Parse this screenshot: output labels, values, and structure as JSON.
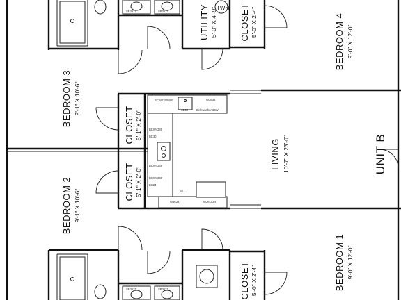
{
  "rooms": {
    "bedroom4": {
      "name": "BEDROOM 4",
      "dims": "9'-0\" X 12'-0\""
    },
    "bedroom3": {
      "name": "BEDROOM 3",
      "dims": "9'-1\" X 10'-6\""
    },
    "bedroom2": {
      "name": "BEDROOM 2",
      "dims": "9'-1\" X 10'-6\""
    },
    "bedroom1": {
      "name": "BEDROOM 1",
      "dims": "9'-0\" X 12'-0\""
    },
    "living": {
      "name": "LIVING",
      "dims": "10'-7\" X 23'-0\""
    },
    "utility": {
      "name": "UTILITY",
      "dims": "5'-0\" X 4'-9\""
    },
    "closet_top": {
      "name": "CLOSET",
      "dims": "5'-0\" X 2'-4\""
    },
    "closet_b3": {
      "name": "CLOSET",
      "dims": "5'-1\" X 2'-0\""
    },
    "closet_b2": {
      "name": "CLOSET",
      "dims": "5'-1\" X 2'-0\""
    },
    "closet_bottom": {
      "name": "CLOSET",
      "dims": "5'-0\" X 2'-4\""
    }
  },
  "unit_label": "UNIT B",
  "water_heater": "TWH",
  "cabinets": {
    "sink_base_top_1": "SB3621",
    "sink_base_top_2": "SB3621",
    "sink_base_bot_1": "SB3621",
    "sink_base_bot_2": "SB3621",
    "k_wall_corner": "BCW4150WR",
    "k_wall_upper": "W3636",
    "k_sink": "SB30",
    "k_dishwasher": "Dishwasher 36W",
    "k_side_1": "BCW4239",
    "k_side_2": "BC30",
    "k_side_3": "BCW4239",
    "k_side_4": "BCW4239",
    "k_side_5": "BC24",
    "k_bottom_1": "B27",
    "k_bottom_2": "W3636",
    "k_bottom_3": "W361524"
  }
}
